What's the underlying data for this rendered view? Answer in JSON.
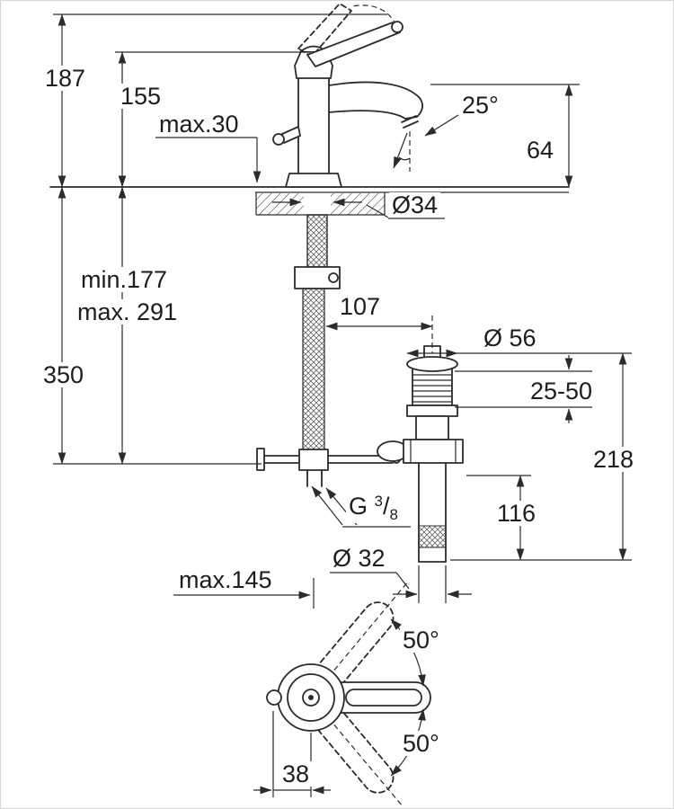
{
  "drawing_type": "faucet-installation-dimension-diagram",
  "colors": {
    "background": "#ffffff",
    "line": "#2b2b2b",
    "text": "#1d1d1d"
  },
  "labels": {
    "dim_187": "187",
    "dim_155": "155",
    "dim_max30": "max.30",
    "dim_25deg": "25°",
    "dim_64": "64",
    "dim_d34": "Ø34",
    "dim_min177": "min.177",
    "dim_max291": "max. 291",
    "dim_107": "107",
    "dim_d56": "Ø 56",
    "dim_25_50": "25-50",
    "dim_350": "350",
    "dim_218": "218",
    "dim_116": "116",
    "thread_prefix": "G",
    "thread_sup": "3",
    "thread_slash": "/",
    "thread_sub": "8",
    "dim_max145": "max.145",
    "dim_d32": "Ø 32",
    "dim_50_top": "50°",
    "dim_50_bottom": "50°",
    "dim_38": "38"
  }
}
